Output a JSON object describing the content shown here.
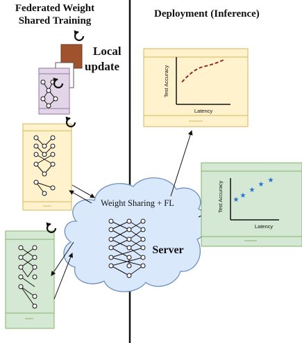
{
  "left_title": [
    "Federated Weight",
    "Shared Training"
  ],
  "right_title": "Deployment (Inference)",
  "local_update": [
    "Local",
    "update"
  ],
  "cloud_label": "Weight Sharing + FL",
  "server_label": "Server",
  "chart_top": {
    "ylabel": "Test Accuracy",
    "xlabel": "Latency",
    "style": "dashed-curve",
    "color": "#8b1a1a"
  },
  "chart_bottom": {
    "ylabel": "Test Accuracy",
    "xlabel": "Latency",
    "style": "star-markers",
    "color": "#1f6fd6"
  },
  "colors": {
    "yellow_fill": "#fff2cc",
    "yellow_stroke": "#d6b656",
    "green_fill": "#d5e8d4",
    "green_stroke": "#82b366",
    "purple_fill": "#e1d5e7",
    "purple_stroke": "#9673a6",
    "brown_fill": "#a0522d",
    "cloud_fill": "#dae8fc",
    "cloud_stroke": "#6c8ebf"
  }
}
